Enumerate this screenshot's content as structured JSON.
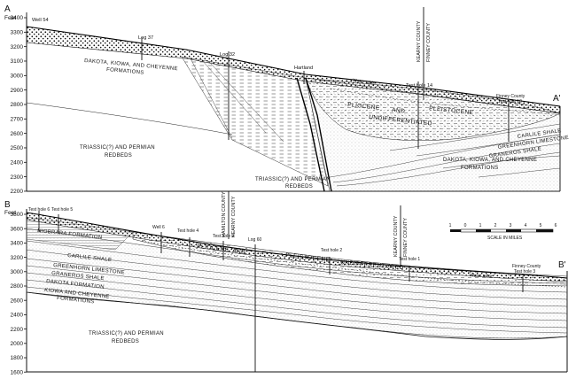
{
  "sectionA": {
    "label_left": "A",
    "label_right": "A'",
    "unit": "Feet",
    "ticks": [
      "3400",
      "3300",
      "3200",
      "3100",
      "3000",
      "2900",
      "2800",
      "2700",
      "2600",
      "2500",
      "2400",
      "2300",
      "2200"
    ],
    "wells": [
      "Well 54",
      "Log 37",
      "Log 32",
      "Hartland",
      "Test hole 14"
    ],
    "finney_well": [
      "Finney County",
      "Test hole 10"
    ],
    "water_table": "Water table",
    "county_left": "KEARNY COUNTY",
    "county_right": "FINNEY COUNTY",
    "formations": {
      "dakota": [
        "DAKOTA, KIOWA, AND CHEYENNE",
        "FORMATIONS"
      ],
      "triassic_left": [
        "TRIASSIC(?) AND PERMIAN",
        "REDBEDS"
      ],
      "triassic_center": [
        "TRIASSIC(?) AND PERMIAN",
        "REDBEDS"
      ],
      "pliocene": "PLIOCENE",
      "and_word": "AND",
      "pleistocene": "PLEISTOCENE",
      "undiff": "UNDIFFERENTIATED",
      "carlile": "CARLILE SHALE",
      "greenhorn": "GREENHORN LIMESTONE",
      "graneros": "GRANEROS SHALE",
      "dakota_right": [
        "DAKOTA, KIOWA, AND CHEYENNE",
        "FORMATIONS"
      ]
    }
  },
  "sectionB": {
    "label_left": "B",
    "label_right": "B'",
    "unit": "Feet",
    "ticks": [
      "3800",
      "3600",
      "3400",
      "3200",
      "3000",
      "2800",
      "2600",
      "2400",
      "2200",
      "2000",
      "1800",
      "1600"
    ],
    "wells": [
      "Test hole 6",
      "Test hole 5",
      "Well 6",
      "Test hole 4",
      "Test hole 3",
      "Log 60",
      "Test hole 2",
      "Test hole 1"
    ],
    "finney_well": [
      "Finney County",
      "Test hole 3"
    ],
    "water_table": "Water table",
    "county_hk_left": "HAMILTON COUNTY",
    "county_hk_right": "KEARNY COUNTY",
    "county_kf_left": "KEARNY COUNTY",
    "county_kf_right": "FINNEY COUNTY",
    "formations": {
      "niobrara": "NIOBRARA FORMATION",
      "carlile": "CARLILE SHALE",
      "greenhorn": "GREENHORN LIMESTONE",
      "graneros": "GRANEROS SHALE",
      "dakota": "DAKOTA FORMATION",
      "kiowa": [
        "KIOWA AND CHEYENNE",
        "FORMATIONS"
      ],
      "pliocene": "PLIOCENE",
      "pleistocene": "PLEISTOCENE",
      "and_word": "AND",
      "undiff": "UNDIFFERENTIATED",
      "triassic": [
        "TRIASSIC(?) AND PERMIAN",
        "REDBEDS"
      ]
    }
  },
  "scale": {
    "ticks": [
      "1",
      "0",
      "1",
      "2",
      "3",
      "4",
      "5",
      "6"
    ],
    "label": "SCALE IN MILES"
  }
}
